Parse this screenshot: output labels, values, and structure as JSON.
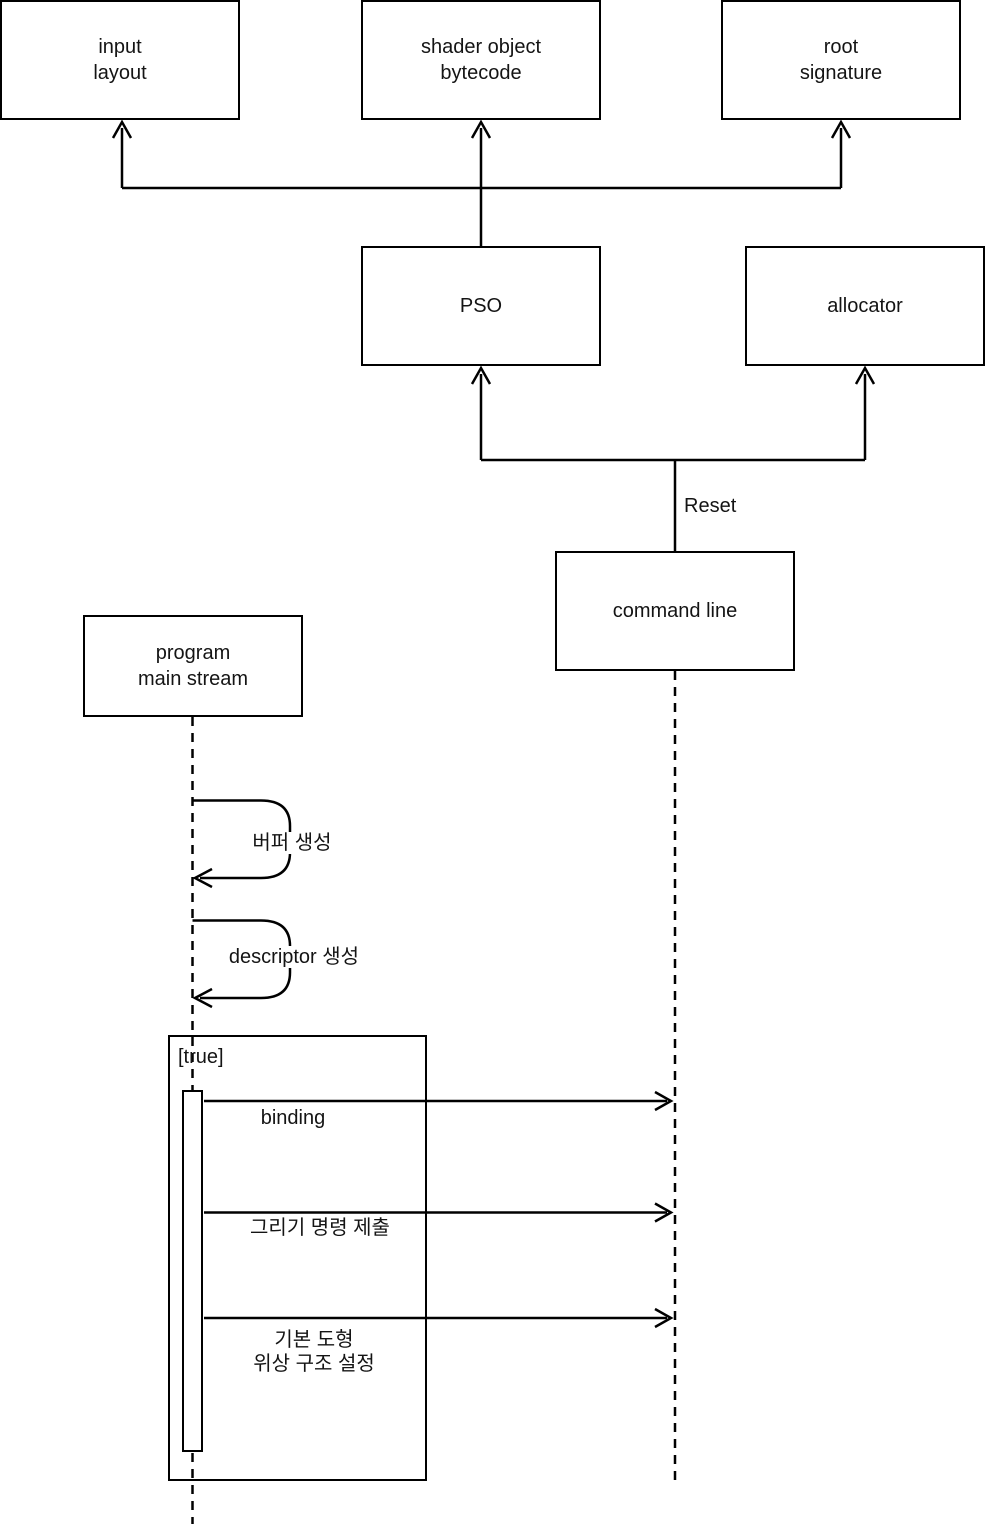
{
  "diagram": {
    "boxes": {
      "input_layout": {
        "lines": [
          "input",
          "layout"
        ]
      },
      "shader_bytecode": {
        "lines": [
          "shader object",
          "bytecode"
        ]
      },
      "root_signature": {
        "lines": [
          "root",
          "signature"
        ]
      },
      "pso": {
        "label": "PSO"
      },
      "allocator": {
        "label": "allocator"
      },
      "command_line": {
        "label": "command line"
      },
      "program_main": {
        "lines": [
          "program",
          "main stream"
        ]
      }
    },
    "labels": {
      "reset": "Reset",
      "guard": "[true]",
      "buffer_create": "버퍼 생성",
      "descriptor_create": "descriptor 생성",
      "msg_binding": "binding",
      "msg_draw_submit": "그리기 명령 제출",
      "msg_topology_line1": "기본 도형",
      "msg_topology_line2": "위상 구조 설정"
    },
    "colors": {
      "line": "#000000",
      "box_fill": "#ffffff",
      "text": "#141414",
      "background": "#ffffff"
    }
  }
}
